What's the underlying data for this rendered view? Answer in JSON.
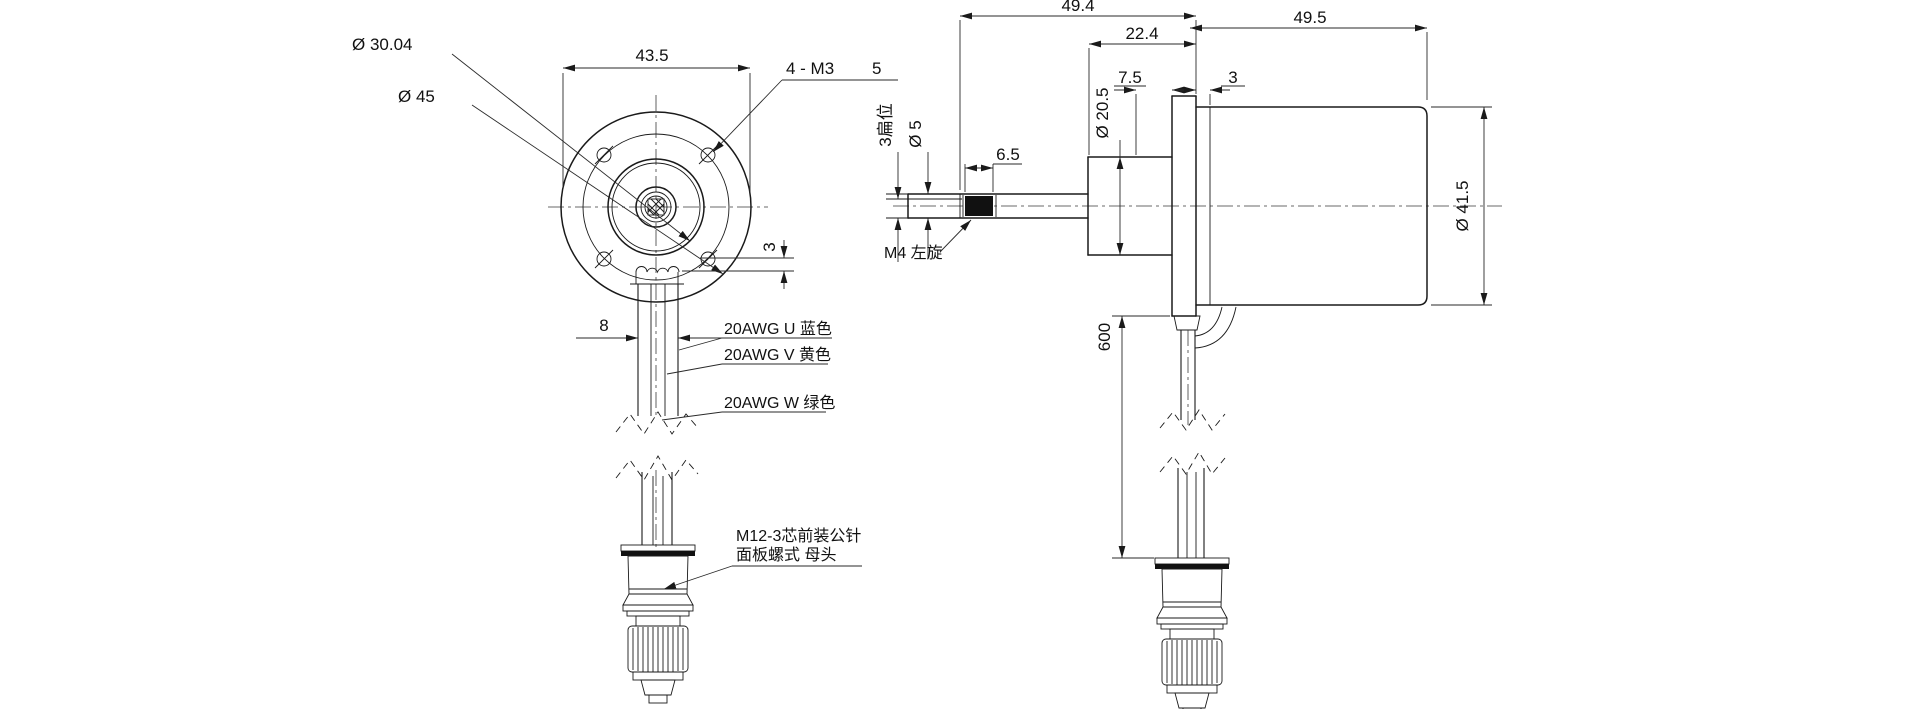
{
  "front_view": {
    "dim_width": "43.5",
    "dia_pilot": "Ø 30.04",
    "dia_flange": "Ø 45",
    "holes_label": "4 - M3",
    "holes_depth": "5",
    "dim_step": "3",
    "dim_cable_width": "8",
    "wires": {
      "u": "20AWG U  蓝色",
      "v": "20AWG V 黄色",
      "w": "20AWG W  绿色"
    },
    "connector_line1": "M12-3芯前装公针",
    "connector_line2": "面板螺式 母头"
  },
  "side_view": {
    "dim_total_length": "49.4",
    "dim_rear_length": "22.4",
    "dim_body_length": "49.5",
    "dim_boss_length": "7.5",
    "dim_front_step": "3",
    "dia_boss": "Ø 20.5",
    "dia_shaft": "Ø 5",
    "dim_thread_length": "6.5",
    "shaft_flat_label": "3扁位",
    "thread_label": "M4 左旋",
    "dia_body": "Ø 41.5",
    "dim_cable_length": "600"
  },
  "colors": {
    "line": "#1a1a1a",
    "background": "#ffffff"
  }
}
